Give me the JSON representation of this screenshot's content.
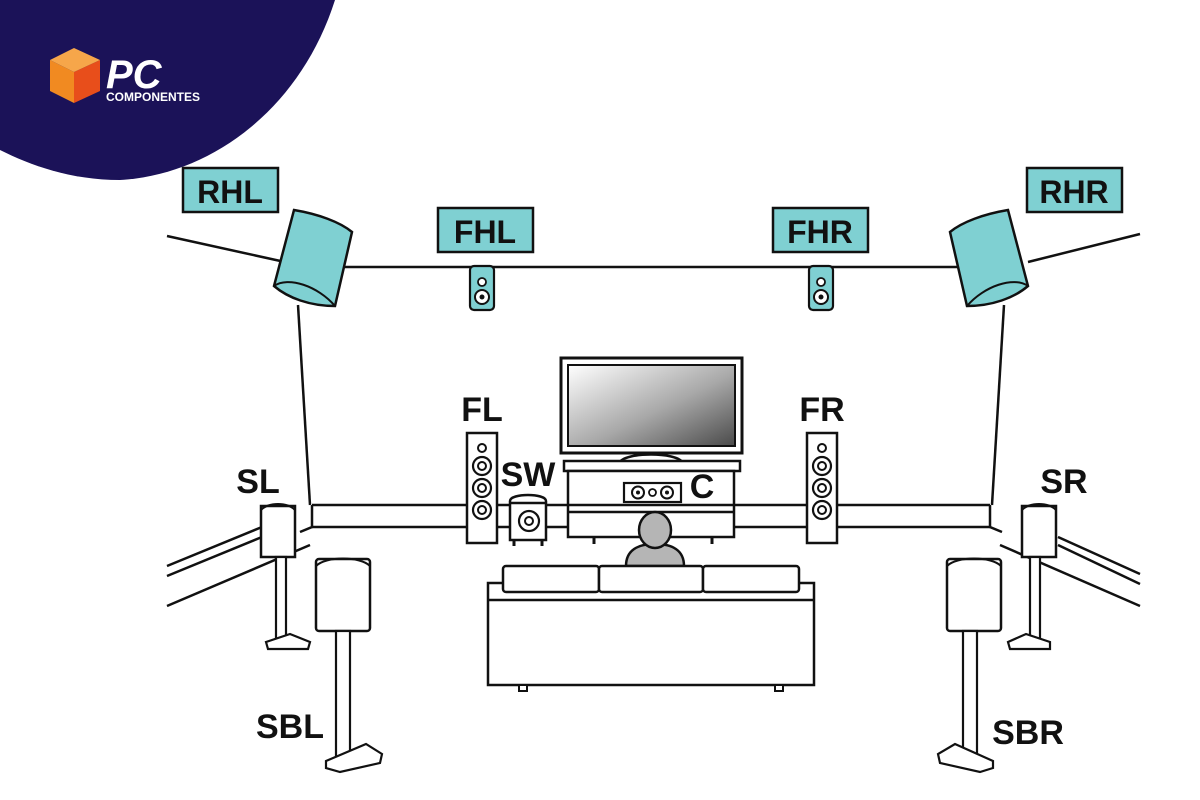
{
  "brand": {
    "name": "PC",
    "subtitle": "COMPONENTES",
    "logo_icon": "orange-box-icon",
    "colors": {
      "banner": "#1b1258",
      "orange": "#f18a21",
      "red": "#e84e1b"
    }
  },
  "colors": {
    "highlight": "#7fd0d2",
    "stroke": "#111111"
  },
  "labels": {
    "rhl": "RHL",
    "fhl": "FHL",
    "fhr": "FHR",
    "rhr": "RHR",
    "fl": "FL",
    "fr": "FR",
    "sw": "SW",
    "c": "C",
    "sl": "SL",
    "sr": "SR",
    "sbl": "SBL",
    "sbr": "SBR"
  }
}
